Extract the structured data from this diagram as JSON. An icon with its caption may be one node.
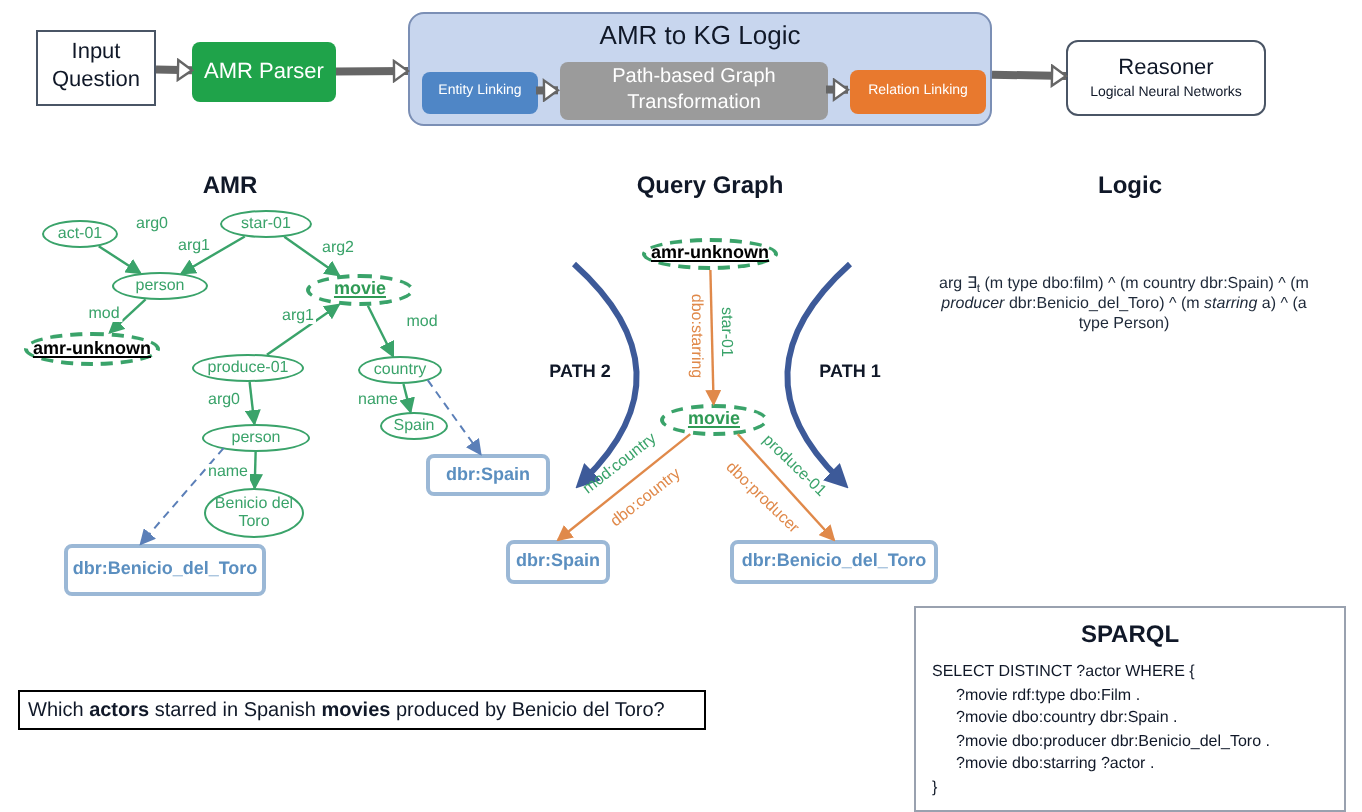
{
  "diagram": {
    "nodes": [
      {
        "text": [
          "Input Question"
        ]
      },
      {
        "text": [
          "AMR Parser"
        ]
      },
      {
        "text": [
          "AMR to KG Logic"
        ]
      },
      {
        "text": [
          "Entity Linking"
        ],
        "in": 2
      },
      {
        "text": [
          "Path-based Graph Transformation"
        ],
        "in": 2
      },
      {
        "text": [
          "Relation Linking"
        ],
        "in": 2
      },
      {
        "text": [
          "Reasoner",
          "Logical Neural Networks"
        ]
      },
      {
        "text": [
          "act-01"
        ]
      },
      {
        "text": [
          "star-01"
        ]
      },
      {
        "text": [
          "person"
        ]
      },
      {
        "text": [
          "movie"
        ]
      },
      {
        "text": [
          "amr-unknown"
        ]
      },
      {
        "text": [
          "produce-01"
        ]
      },
      {
        "text": [
          "country"
        ]
      },
      {
        "text": [
          "person"
        ]
      },
      {
        "text": [
          "Spain"
        ]
      },
      {
        "text": [
          "Benicio del Toro"
        ]
      },
      {
        "text": [
          "dbr:Benicio_del_Toro"
        ]
      },
      {
        "text": [
          "dbr:Spain"
        ]
      },
      {
        "text": [
          "amr-unknown"
        ]
      },
      {
        "text": [
          "movie"
        ]
      },
      {
        "text": [
          "dbr:Spain"
        ]
      },
      {
        "text": [
          "dbr:Benicio_del_Toro"
        ]
      },
      {
        "text": [
          "Which **actors** starred in Spanish **movies** produced by Benicio del Toro?"
        ]
      },
      {
        "text": [
          "SPARQL",
          "SELECT DISTINCT ?actor WHERE {",
          "?movie rdf:type dbo:Film .",
          "?movie dbo:country dbr:Spain .",
          "?movie dbo:producer dbr:Benicio_del_Toro .",
          "?movie dbo:starring ?actor .",
          "}"
        ]
      }
    ],
    "edges": [
      {
        "from": 0,
        "to": 1,
        "arrow": "to",
        "style": "thick",
        "color": "#666666"
      },
      {
        "from": 1,
        "to": 2,
        "arrow": "to",
        "style": "thick",
        "color": "#666666"
      },
      {
        "from": 3,
        "to": 4,
        "arrow": "to",
        "style": "thick",
        "color": "#666666"
      },
      {
        "from": 4,
        "to": 5,
        "arrow": "to",
        "style": "thick",
        "color": "#666666"
      },
      {
        "from": 2,
        "to": 6,
        "arrow": "to",
        "style": "thick",
        "color": "#666666"
      },
      {
        "from": 7,
        "to": 9,
        "arrow": "to",
        "label": "arg0"
      },
      {
        "from": 8,
        "to": 9,
        "arrow": "to",
        "label": "arg1"
      },
      {
        "from": 8,
        "to": 10,
        "arrow": "to",
        "label": "arg2"
      },
      {
        "from": 9,
        "to": 11,
        "arrow": "to",
        "label": "mod"
      },
      {
        "from": 12,
        "to": 10,
        "arrow": "to",
        "label": "arg1"
      },
      {
        "from": 10,
        "to": 13,
        "arrow": "to",
        "label": "mod"
      },
      {
        "from": 12,
        "to": 14,
        "arrow": "to",
        "label": "arg0"
      },
      {
        "from": 13,
        "to": 15,
        "arrow": "to",
        "label": "name"
      },
      {
        "from": 14,
        "to": 16,
        "arrow": "to",
        "label": "name"
      },
      {
        "from": 14,
        "to": 17,
        "arrow": "to",
        "style": "dashed",
        "color": "#5b7fb8"
      },
      {
        "from": 13,
        "to": 18,
        "arrow": "to",
        "style": "dashed",
        "color": "#5b7fb8"
      },
      {
        "from": 19,
        "to": 20,
        "arrow": "to",
        "label": "dbo:starring",
        "color": "#e0894a"
      },
      {
        "from": 20,
        "to": 21,
        "arrow": "to",
        "label": "dbo:country",
        "color": "#e0894a"
      },
      {
        "from": 20,
        "to": 22,
        "arrow": "to",
        "label": "dbo:producer",
        "color": "#e0894a"
      }
    ],
    "labels": [
      "AMR",
      "Query Graph",
      "Logic",
      "star-01",
      "mod:country",
      "produce-01",
      "PATH 2",
      "PATH 1",
      "arg ∃$_{t}$ (m type dbo:film) ^ (m country dbr:Spain) ^ (m *producer* dbr:Benicio_del_Toro) ^ (m *starring* a) ^ (a type Person)"
    ]
  }
}
